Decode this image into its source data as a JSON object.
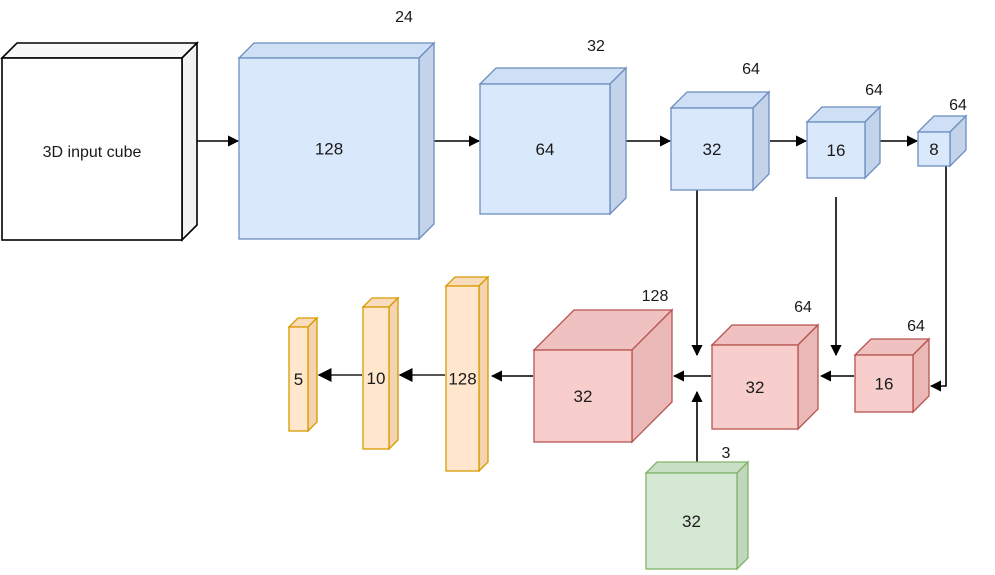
{
  "colors": {
    "input": {
      "front": "#ffffff",
      "side": "#f2f2f2",
      "top": "#f7f7f7",
      "stroke": "#000000"
    },
    "blue": {
      "front": "#dae8fc",
      "side": "#c3d3ea",
      "top": "#cfdff5",
      "stroke": "#6c8ebf"
    },
    "red": {
      "front": "#f8cecc",
      "side": "#eab8b7",
      "top": "#efc2c1",
      "stroke": "#b85450"
    },
    "green": {
      "front": "#d5e8d4",
      "side": "#bfd8bd",
      "top": "#c9e0c7",
      "stroke": "#82b366"
    },
    "orange": {
      "front": "#ffe6cc",
      "side": "#f3d3b0",
      "top": "#f8dcbd",
      "stroke": "#d79b00"
    }
  },
  "nodes": {
    "input": {
      "label": "3D input cube",
      "kind": "input"
    },
    "enc1": {
      "label": "128",
      "dim": "24",
      "kind": "blue"
    },
    "enc2": {
      "label": "64",
      "dim": "32",
      "kind": "blue"
    },
    "enc3": {
      "label": "32",
      "dim": "64",
      "kind": "blue"
    },
    "enc4": {
      "label": "16",
      "dim": "64",
      "kind": "blue"
    },
    "enc5": {
      "label": "8",
      "dim": "64",
      "kind": "blue"
    },
    "dec1": {
      "label": "16",
      "dim": "64",
      "kind": "red"
    },
    "dec2": {
      "label": "32",
      "dim": "64",
      "kind": "red"
    },
    "dec3": {
      "label": "32",
      "dim": "128",
      "kind": "red"
    },
    "aux": {
      "label": "32",
      "dim": "3",
      "kind": "green"
    },
    "fc1": {
      "label": "128",
      "kind": "orange"
    },
    "fc2": {
      "label": "10",
      "kind": "orange"
    },
    "fc3": {
      "label": "5",
      "kind": "orange"
    }
  }
}
